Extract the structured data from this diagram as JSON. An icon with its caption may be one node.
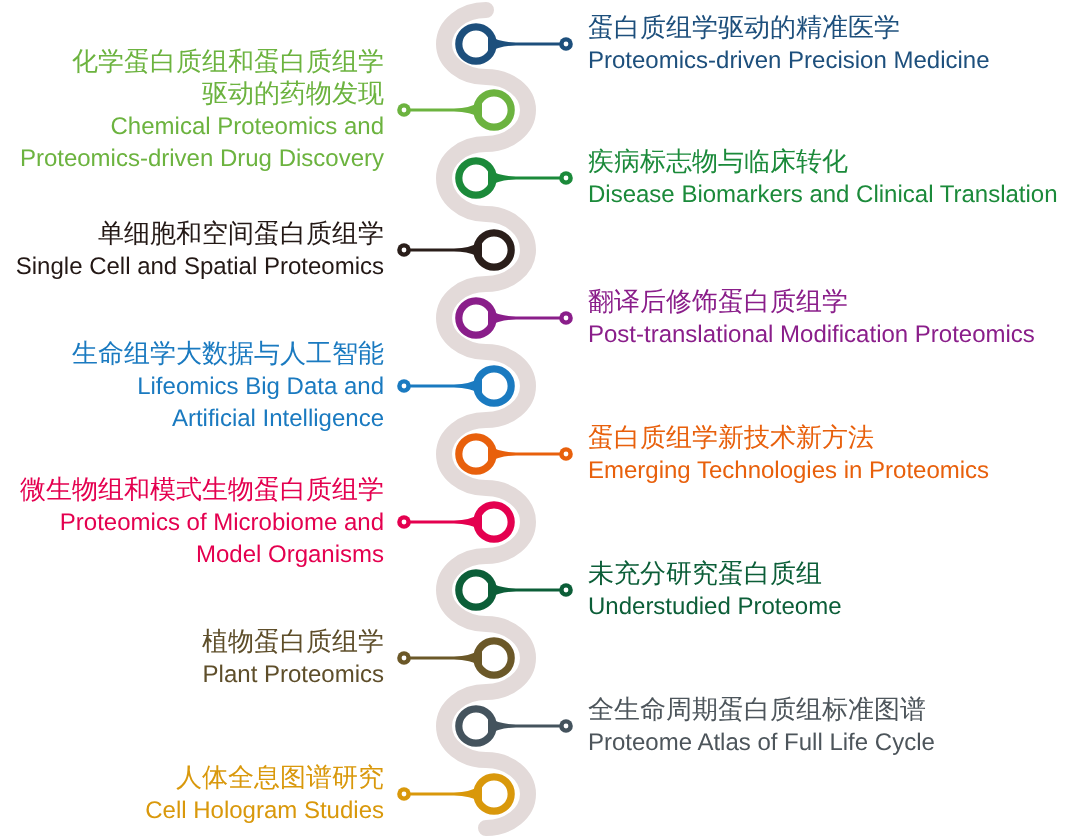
{
  "diagram": {
    "nodes": [
      {
        "text": [
          "蛋白质组学驱动的精准医学",
          "Proteomics-driven Precision Medicine"
        ]
      },
      {
        "text": [
          "化学蛋白质组和蛋白质组学驱动的药物发现",
          "Chemical Proteomics and Proteomics-driven Drug Discovery"
        ]
      },
      {
        "text": [
          "疾病标志物与临床转化",
          "Disease Biomarkers and Clinical Translation"
        ]
      },
      {
        "text": [
          "单细胞和空间蛋白质组学",
          "Single Cell and Spatial Proteomics"
        ]
      },
      {
        "text": [
          "翻译后修饰蛋白质组学",
          "Post-translational Modification Proteomics"
        ]
      },
      {
        "text": [
          "生命组学大数据与人工智能",
          "Lifeomics Big Data and Artificial Intelligence"
        ]
      },
      {
        "text": [
          "蛋白质组学新技术新方法",
          "Emerging Technologies in Proteomics"
        ]
      },
      {
        "text": [
          "微生物组和模式生物蛋白质组学",
          "Proteomics of Microbiome and Model Organisms"
        ]
      },
      {
        "text": [
          "未充分研究蛋白质组",
          "Understudied Proteome"
        ]
      },
      {
        "text": [
          "植物蛋白质组学",
          "Plant Proteomics"
        ]
      },
      {
        "text": [
          "全生命周期蛋白质组标准图谱",
          "Proteome Atlas of Full Life Cycle"
        ]
      },
      {
        "text": [
          "人体全息图谱研究",
          "Cell Hologram Studies"
        ]
      }
    ]
  }
}
